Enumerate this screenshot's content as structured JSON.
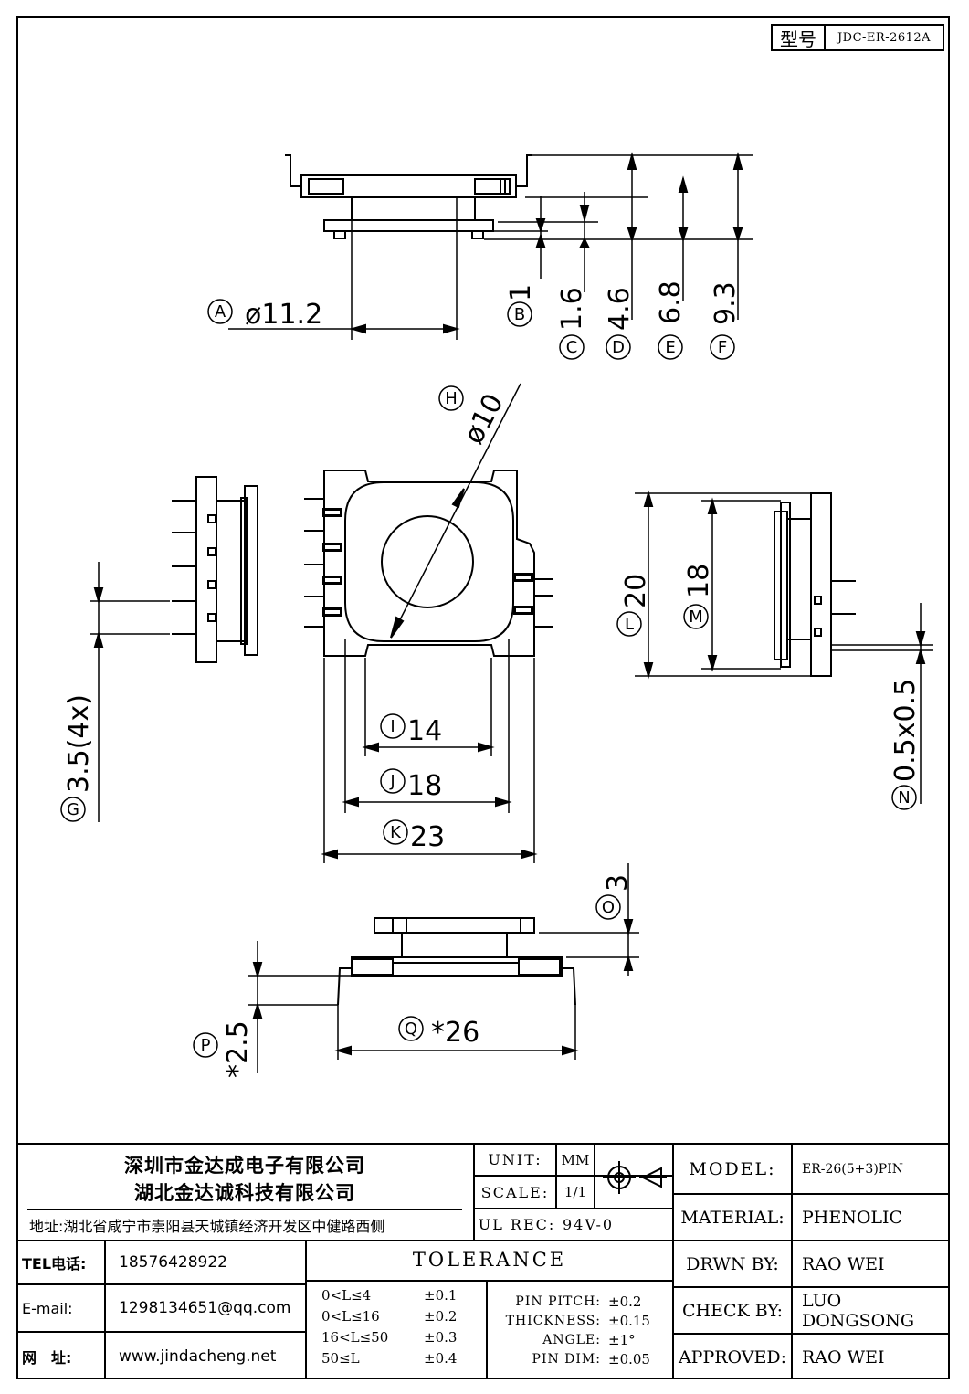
{
  "header": {
    "model_key": "型号",
    "model_value": "JDC-ER-2612A"
  },
  "dimensions": {
    "A": {
      "letter": "A",
      "value": "ø11.2"
    },
    "B": {
      "letter": "B",
      "value": "1"
    },
    "C": {
      "letter": "C",
      "value": "1.6"
    },
    "D": {
      "letter": "D",
      "value": "4.6"
    },
    "E": {
      "letter": "E",
      "value": "6.8"
    },
    "F": {
      "letter": "F",
      "value": "9.3"
    },
    "G": {
      "letter": "G",
      "value": "3.5(4x)"
    },
    "H": {
      "letter": "H",
      "value": "ø10"
    },
    "I": {
      "letter": "I",
      "value": "14"
    },
    "J": {
      "letter": "J",
      "value": "18"
    },
    "K": {
      "letter": "K",
      "value": "23"
    },
    "L": {
      "letter": "L",
      "value": "20"
    },
    "M": {
      "letter": "M",
      "value": "18"
    },
    "N": {
      "letter": "N",
      "value": "0.5x0.5"
    },
    "O": {
      "letter": "O",
      "value": "3"
    },
    "P": {
      "letter": "P",
      "value": "*2.5"
    },
    "Q": {
      "letter": "Q",
      "value": "*26"
    }
  },
  "title_block": {
    "company1": "深圳市金达成电子有限公司",
    "company2": "湖北金达诚科技有限公司",
    "address": "地址:湖北省咸宁市崇阳县天城镇经济开发区中健路西侧",
    "tel_label": "TEL电话:",
    "tel": "18576428922",
    "email_label": "E-mail:",
    "email": "1298134651@qq.com",
    "web_label": "网　址:",
    "web": "www.jindacheng.net",
    "unit_label": "UNIT:",
    "unit": "MM",
    "scale_label": "SCALE:",
    "scale": "1/1",
    "ulrec_label": "UL REC:",
    "ulrec": "94V-0",
    "tolerance_title": "TOLERANCE",
    "tolerances": [
      {
        "range": "0<L≤4",
        "value": "±0.1"
      },
      {
        "range": "0<L≤16",
        "value": "±0.2"
      },
      {
        "range": "16<L≤50",
        "value": "±0.3"
      },
      {
        "range": "50≤L",
        "value": "±0.4"
      }
    ],
    "specs": [
      {
        "label": "PIN PITCH:",
        "value": "±0.2"
      },
      {
        "label": "THICKNESS:",
        "value": "±0.15"
      },
      {
        "label": "ANGLE:",
        "value": "±1°"
      },
      {
        "label": "PIN DIM:",
        "value": "±0.05"
      }
    ],
    "model_label": "MODEL:",
    "model": "ER-26(5+3)PIN",
    "material_label": "MATERIAL:",
    "material": "PHENOLIC",
    "drawn_label": "DRWN BY:",
    "drawn": "RAO WEI",
    "check_label": "CHECK BY:",
    "check": "LUO DONGSONG",
    "approved_label": "APPROVED:",
    "approved": "RAO WEI"
  }
}
